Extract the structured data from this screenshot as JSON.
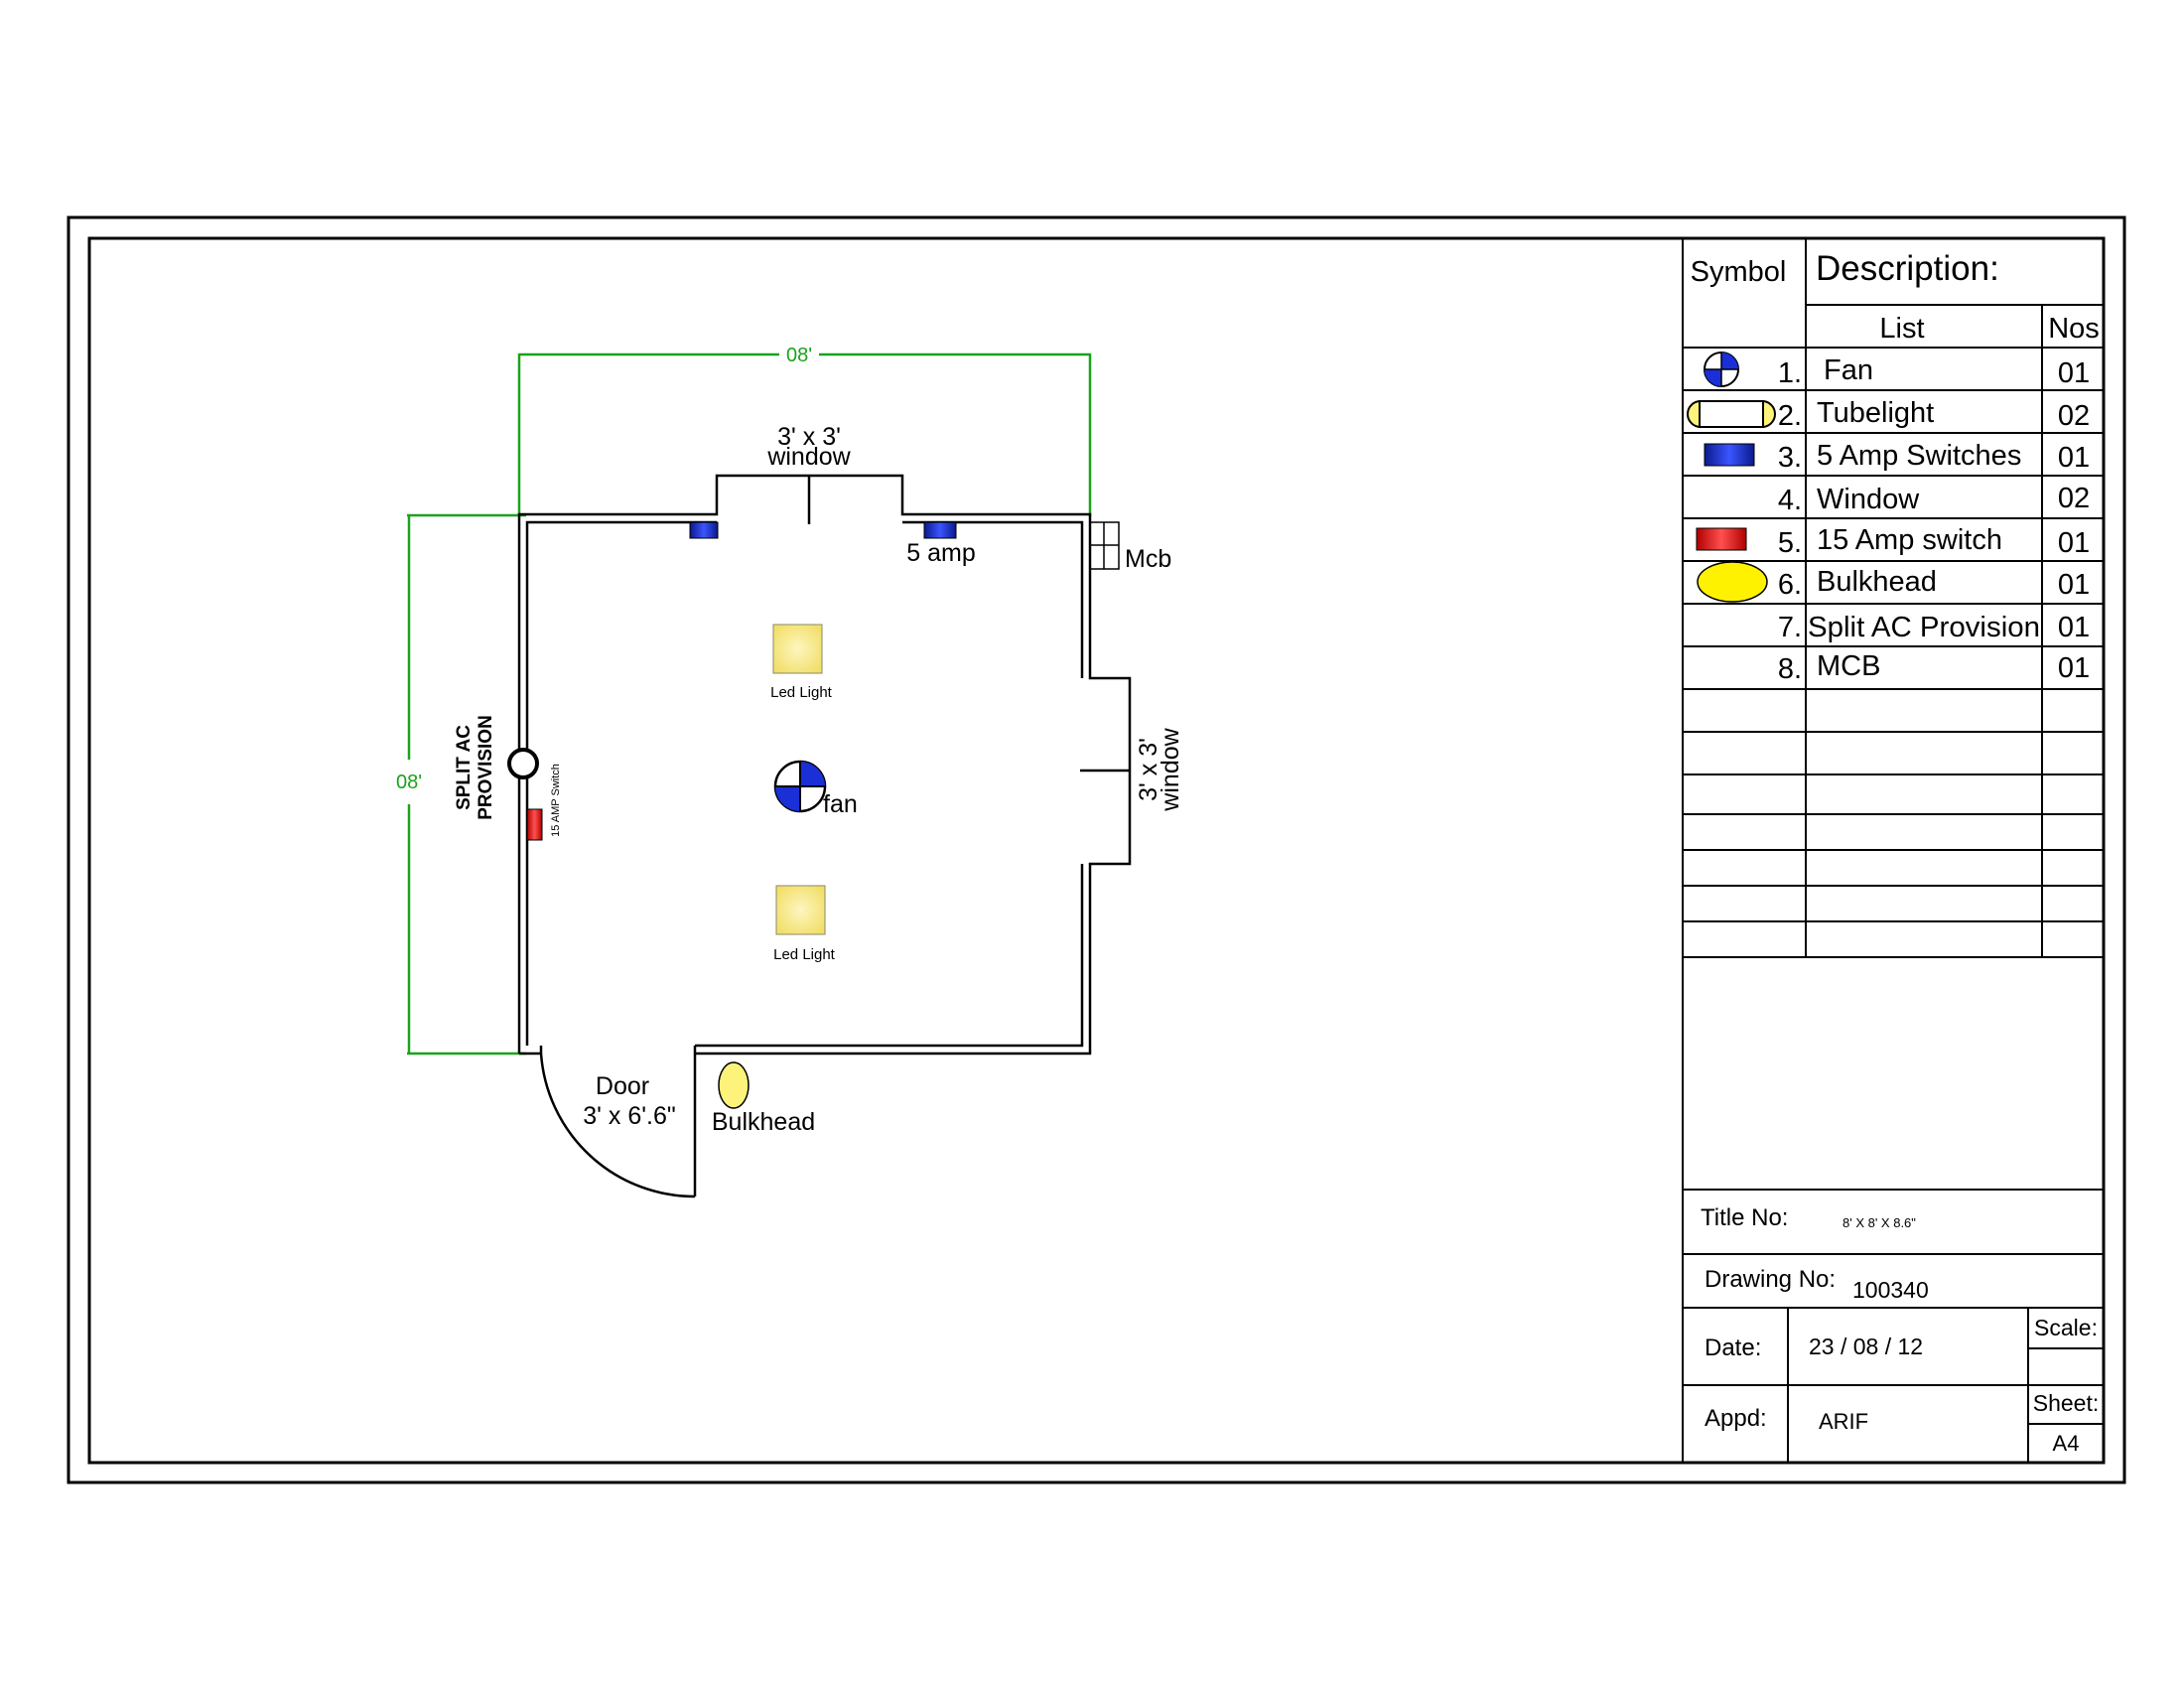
{
  "plan": {
    "dim_top": "08'",
    "dim_left": "08'",
    "window_top_line1": "3' x 3'",
    "window_top_line2": "window",
    "window_right_line1": "3' x 3'",
    "window_right_line2": "window",
    "switch_5amp_label": "5 amp",
    "mcb_label": "Mcb",
    "led_light_1": "Led Light",
    "led_light_2": "Led Light",
    "fan_label": "fan",
    "split_ac_line1": "SPLIT AC",
    "split_ac_line2": "PROVISION",
    "switch_15amp_label": "15 AMP Switch",
    "door_line1": "Door",
    "door_line2": "3' x 6'.6\"",
    "bulkhead_label": "Bulkhead"
  },
  "legend": {
    "symbol_header": "Symbol",
    "description_header": "Description:",
    "list_header": "List",
    "nos_header": "Nos",
    "items": [
      {
        "num": "1.",
        "name": "Fan",
        "nos": "01",
        "icon": "fan-icon"
      },
      {
        "num": "2.",
        "name": "Tubelight",
        "nos": "02",
        "icon": "tubelight-icon"
      },
      {
        "num": "3.",
        "name": "5 Amp Switches",
        "nos": "01",
        "icon": "5-amp-switch-icon"
      },
      {
        "num": "4.",
        "name": "Window",
        "nos": "02",
        "icon": ""
      },
      {
        "num": "5.",
        "name": "15 Amp switch",
        "nos": "01",
        "icon": "15-amp-switch-icon"
      },
      {
        "num": "6.",
        "name": "Bulkhead",
        "nos": "01",
        "icon": "bulkhead-icon"
      },
      {
        "num": "7.",
        "name": "Split AC Provision",
        "nos": "01",
        "icon": ""
      },
      {
        "num": "8.",
        "name": "MCB",
        "nos": "01",
        "icon": ""
      }
    ]
  },
  "title_block": {
    "title_label": "Title No:",
    "title_value": "8' X 8' X 8.6\"",
    "drawing_label": "Drawing No:",
    "drawing_value": "100340",
    "date_label": "Date:",
    "date_value": "23 / 08 / 12",
    "appd_label": "Appd:",
    "appd_value": "ARIF",
    "scale_label": "Scale:",
    "scale_value": "",
    "sheet_label": "Sheet:",
    "sheet_value": "A4"
  },
  "colors": {
    "dimension": "#1aa31a",
    "switch_5amp": "#1a2fd6",
    "switch_15amp": "#e01b1b",
    "led_light": "#f8ec8c",
    "bulkhead": "#fff36a"
  }
}
